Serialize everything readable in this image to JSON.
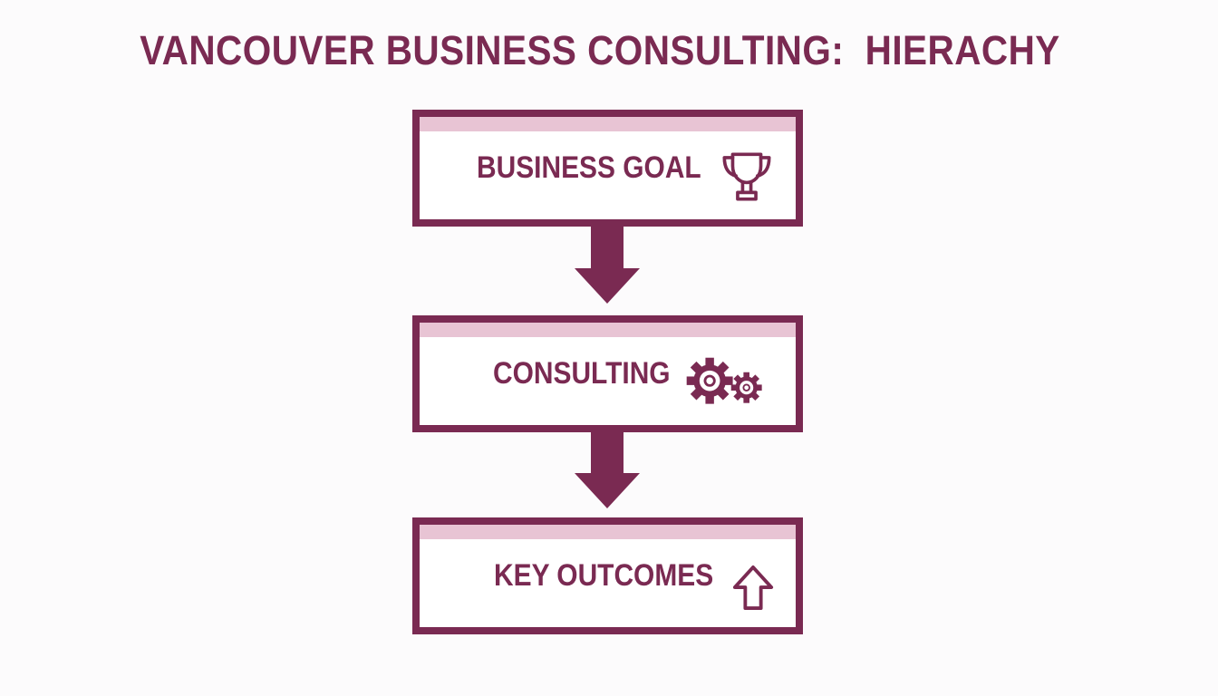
{
  "title": "VANCOUVER BUSINESS CONSULTING:  HIERACHY",
  "colors": {
    "primary": "#7a2a52",
    "band": "#e8c4d4",
    "background": "#fcfbfc"
  },
  "boxes": [
    {
      "label": "BUSINESS GOAL",
      "icon": "trophy-icon"
    },
    {
      "label": "CONSULTING",
      "icon": "gears-icon"
    },
    {
      "label": "KEY OUTCOMES",
      "icon": "up-arrow-icon"
    }
  ]
}
